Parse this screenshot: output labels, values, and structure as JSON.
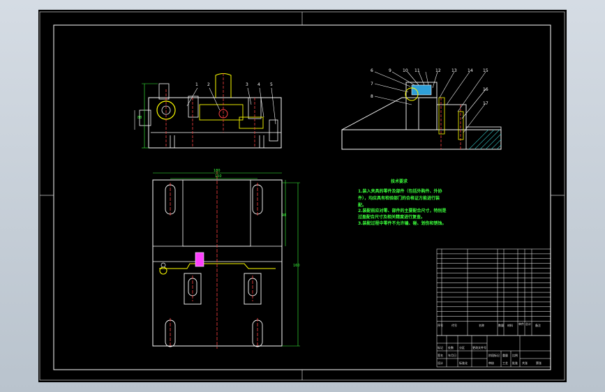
{
  "drawing": {
    "tech_req": {
      "title": "技术要求",
      "lines": [
        "1.装入夹具的零件及部件（包括外购件、外协",
        "件），均应具有检验部门的合格证方能进行装",
        "配。",
        "2.装配前应对零、部件的主要配合尺寸，特别是",
        "过盈配合尺寸及相关精度进行复查。",
        "3.装配过程中零件不允许磕、碰、划伤和锈蚀。"
      ]
    },
    "callouts_front": [
      "1",
      "2",
      "3",
      "4",
      "5"
    ],
    "callouts_side": [
      "6",
      "9",
      "10",
      "11",
      "12",
      "13",
      "14",
      "15",
      "7",
      "8",
      "16",
      "17"
    ],
    "dims": {
      "front_height": "88",
      "top_width_outer": "180",
      "top_width_inner": "150",
      "right_upper": "98",
      "right_lower": "160"
    },
    "title_block": {
      "header": [
        "序号",
        "代号",
        "名称",
        "数量",
        "材料",
        "单件",
        "总计",
        "备注"
      ],
      "lower_a": [
        "标记",
        "处数",
        "分区",
        "更改文件号",
        "签名",
        "年月日"
      ],
      "lower_b": [
        "设计",
        "标准化",
        "阶段标记",
        "重量",
        "比例"
      ],
      "lower_c": [
        "审核",
        "工艺",
        "批准",
        "共张",
        "第张"
      ]
    }
  }
}
